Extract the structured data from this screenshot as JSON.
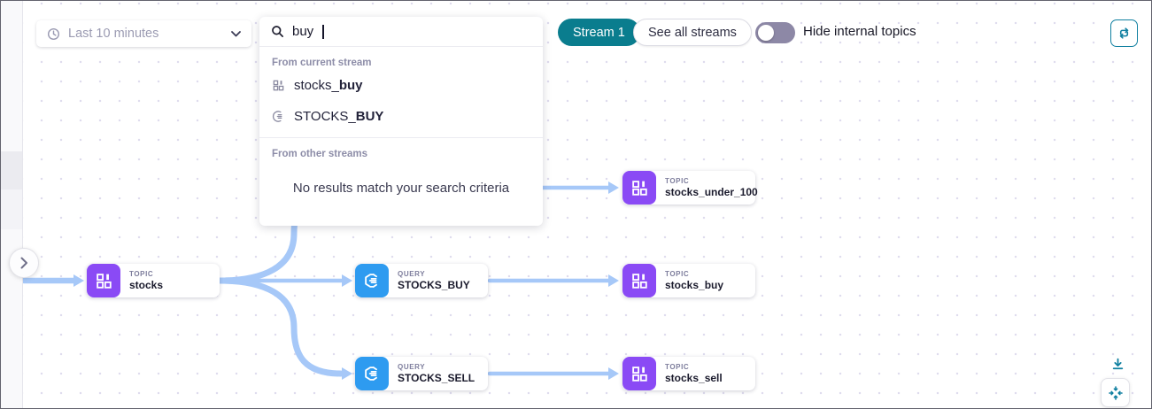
{
  "toolbar": {
    "time_range_value": "Last 10 minutes",
    "search_value": "buy",
    "stream_button_label": "Stream 1",
    "see_all_streams_label": "See all streams",
    "hide_internal_topics_label": "Hide internal topics",
    "toggle_state": "off"
  },
  "search_dropdown": {
    "current_stream_header": "From current stream",
    "other_streams_header": "From other streams",
    "no_results_text": "No results match your search criteria",
    "results": [
      {
        "type": "topic",
        "prefix": "stocks_",
        "match": "buy"
      },
      {
        "type": "query",
        "prefix": "STOCKS_",
        "match": "BUY"
      }
    ]
  },
  "graph": {
    "nodes": [
      {
        "kind": "TOPIC",
        "name": "stocks"
      },
      {
        "kind": "QUERY",
        "name": "STOCKS_BUY"
      },
      {
        "kind": "QUERY",
        "name": "STOCKS_SELL"
      },
      {
        "kind": "TOPIC",
        "name": "stocks_under_100"
      },
      {
        "kind": "TOPIC",
        "name": "stocks_buy"
      },
      {
        "kind": "TOPIC",
        "name": "stocks_sell"
      }
    ]
  },
  "icons": {
    "clock": "clock-icon",
    "search": "search-icon",
    "chevron_down": "chevron-down-icon",
    "chevron_right": "chevron-right-icon",
    "topic": "topic-grid-icon",
    "query": "query-hexagon-icon",
    "refresh": "sync-icon",
    "download": "download-icon",
    "fit_view": "fit-view-icon"
  },
  "colors": {
    "accent_teal": "#0a7d8e",
    "icon_teal": "#0f7fa0",
    "topic_purple": "#8a4af5",
    "query_blue": "#2e9bf0",
    "edge_blue": "#a6c8f8",
    "toggle_off": "#8d88a6"
  }
}
